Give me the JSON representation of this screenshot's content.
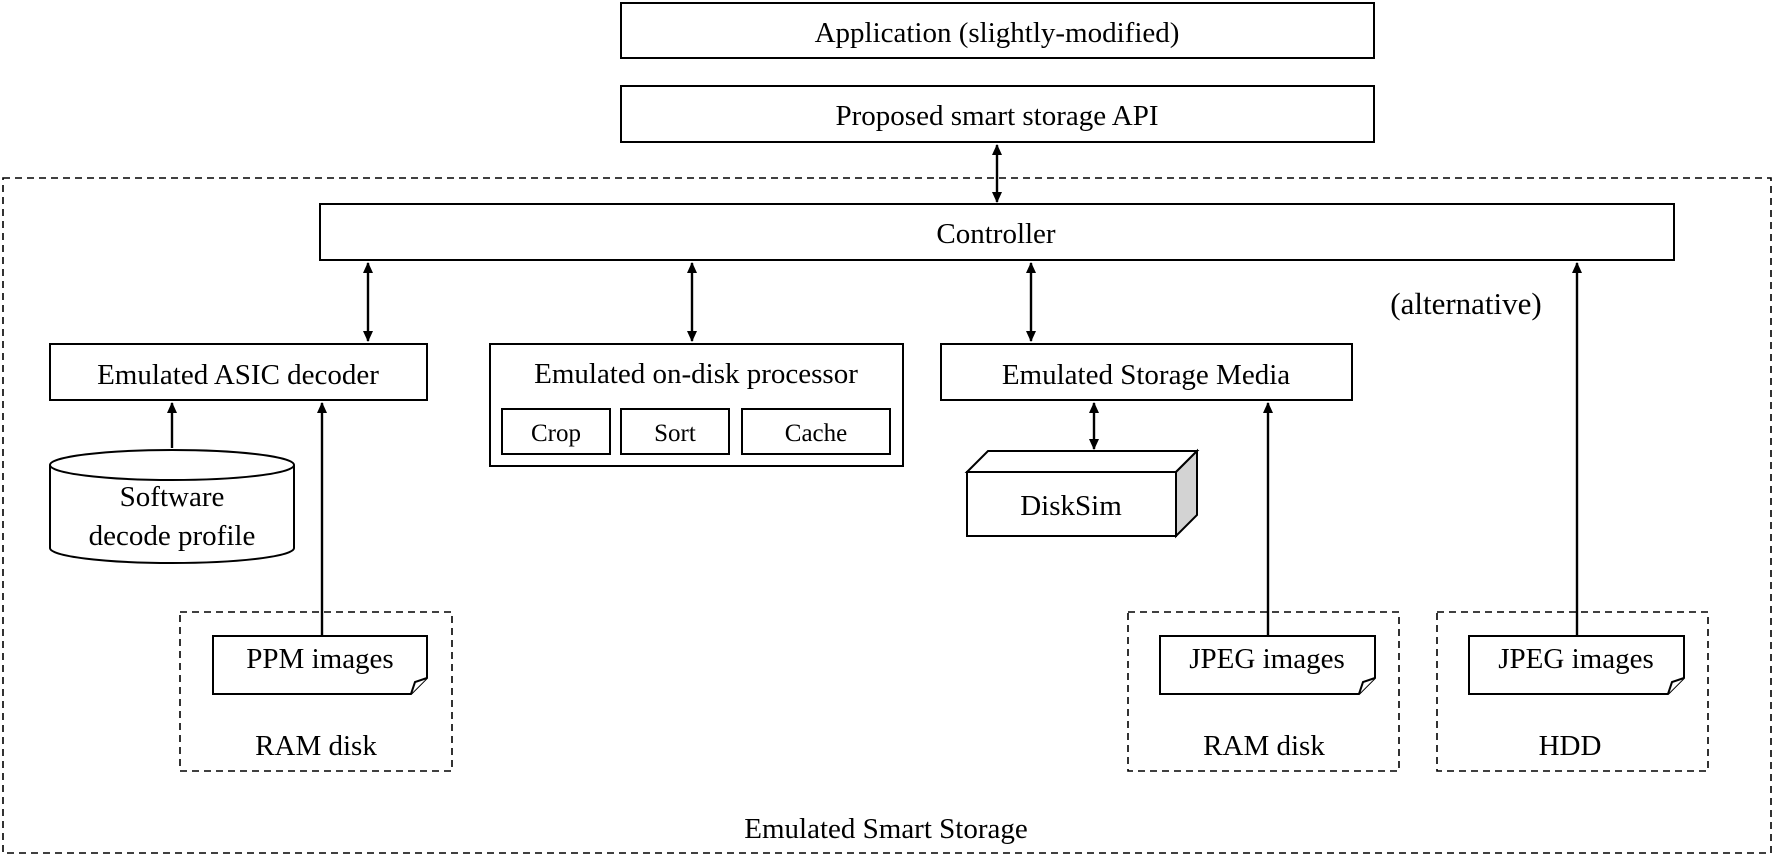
{
  "app_box": {
    "label": "Application (slightly-modified)"
  },
  "api_box": {
    "label": "Proposed smart storage API"
  },
  "smart_storage": {
    "label": "Emulated Smart Storage"
  },
  "controller": {
    "label": "Controller"
  },
  "alternative_note": "(alternative)",
  "asic_decoder": {
    "label": "Emulated ASIC decoder"
  },
  "software_profile": {
    "line1": "Software",
    "line2": "decode profile"
  },
  "ppm_group": {
    "file_label": "PPM images",
    "container_label": "RAM disk"
  },
  "on_disk_processor": {
    "label": "Emulated on-disk processor",
    "modules": [
      "Crop",
      "Sort",
      "Cache"
    ]
  },
  "storage_media": {
    "label": "Emulated Storage Media"
  },
  "disksim": {
    "label": "DiskSim"
  },
  "jpeg_ram_group": {
    "file_label": "JPEG images",
    "container_label": "RAM disk"
  },
  "jpeg_hdd_group": {
    "file_label": "JPEG images",
    "container_label": "HDD"
  },
  "colors": {
    "stroke": "#000000",
    "background": "#ffffff",
    "cube_side": "#d3d3d3"
  }
}
